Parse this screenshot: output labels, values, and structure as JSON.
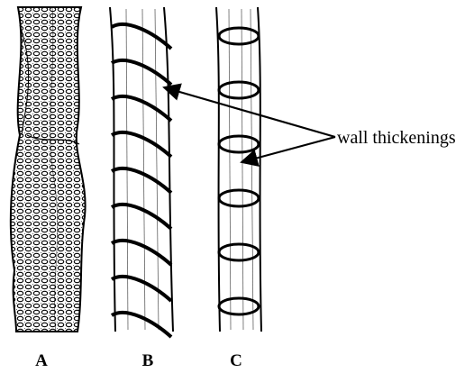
{
  "annotation": {
    "text": "wall thickenings"
  },
  "panels": [
    {
      "id": "A",
      "label": "A"
    },
    {
      "id": "B",
      "label": "B"
    },
    {
      "id": "C",
      "label": "C"
    }
  ],
  "colors": {
    "ink": "#000000",
    "background": "#ffffff"
  }
}
